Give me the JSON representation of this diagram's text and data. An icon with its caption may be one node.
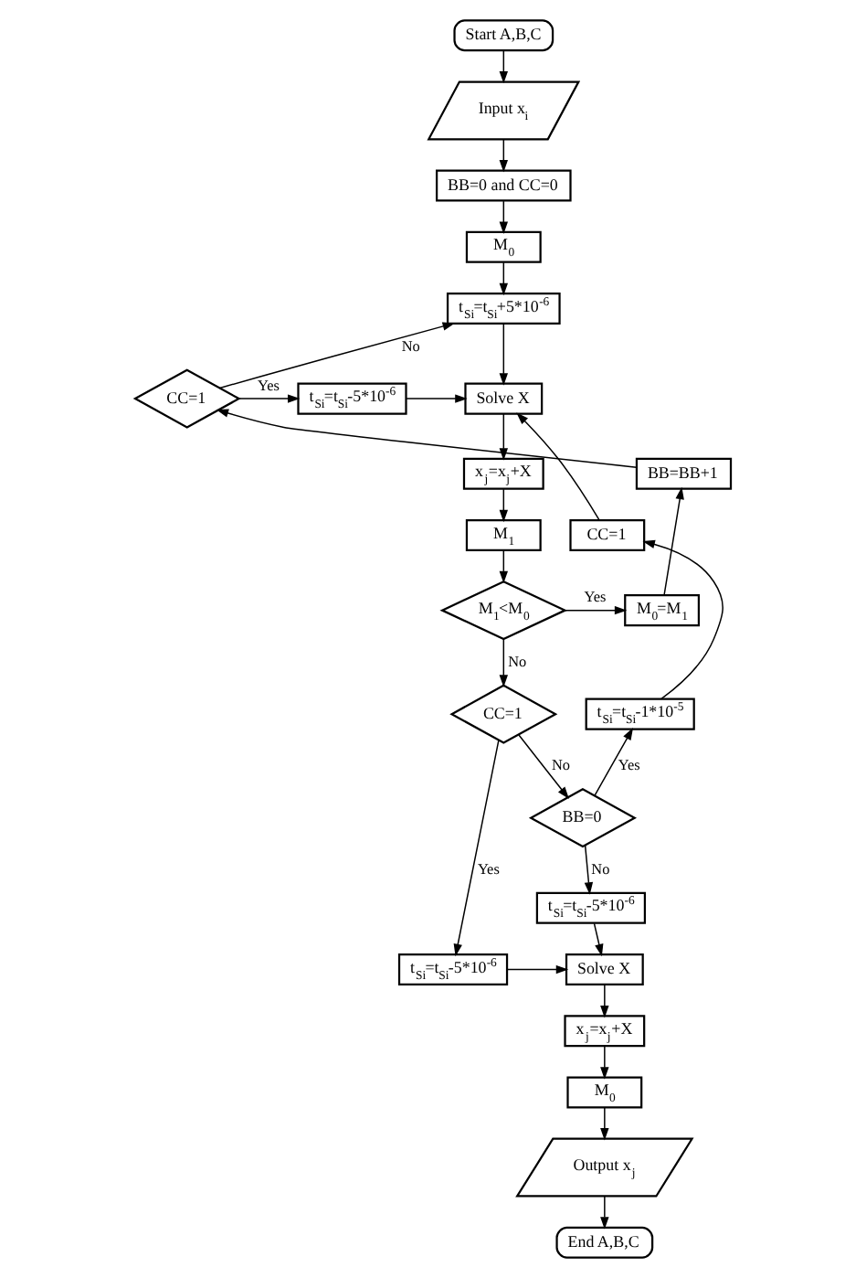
{
  "diagram": {
    "nodes": [
      {
        "text": [
          "Start A,B,C"
        ]
      },
      {
        "text": [
          "Input x$_{i}$"
        ]
      },
      {
        "text": [
          "BB=0 and CC=0"
        ]
      },
      {
        "text": [
          "M$_{0}$"
        ]
      },
      {
        "text": [
          "t$_{Si}$=t$_{Si}$+5*10$^{-6}$"
        ]
      },
      {
        "text": [
          "CC=1"
        ]
      },
      {
        "text": [
          "t$_{Si}$=t$_{Si}$-5*10$^{-6}$"
        ]
      },
      {
        "text": [
          "Solve X"
        ]
      },
      {
        "text": [
          "x$_{j}$=x$_{j}$+X"
        ]
      },
      {
        "text": [
          "M$_{1}$"
        ]
      },
      {
        "text": [
          "M$_{1}$<M$_{0}$"
        ]
      },
      {
        "text": [
          "M$_{0}$=M$_{1}$"
        ]
      },
      {
        "text": [
          "BB=BB+1"
        ]
      },
      {
        "text": [
          "CC=1"
        ]
      },
      {
        "text": [
          "BB=0"
        ]
      },
      {
        "text": [
          "t$_{Si}$=t$_{Si}$-1*10$^{-5}$"
        ]
      },
      {
        "text": [
          "CC=1"
        ]
      },
      {
        "text": [
          "t$_{Si}$=t$_{Si}$-5*10$^{-6}$"
        ]
      },
      {
        "text": [
          "t$_{Si}$=t$_{Si}$-5*10$^{-6}$"
        ]
      },
      {
        "text": [
          "Solve X"
        ]
      },
      {
        "text": [
          "x$_{j}$=x$_{j}$+X"
        ]
      },
      {
        "text": [
          "M$_{0}$"
        ]
      },
      {
        "text": [
          "Output x$_{j}$"
        ]
      },
      {
        "text": [
          "End A,B,C"
        ]
      }
    ],
    "edges": [
      {
        "from": 0,
        "to": 1,
        "arrow": "to"
      },
      {
        "from": 1,
        "to": 2,
        "arrow": "to"
      },
      {
        "from": 2,
        "to": 3,
        "arrow": "to"
      },
      {
        "from": 3,
        "to": 4,
        "arrow": "to"
      },
      {
        "from": 4,
        "to": 7,
        "arrow": "to"
      },
      {
        "from": 7,
        "to": 8,
        "arrow": "to"
      },
      {
        "from": 8,
        "to": 9,
        "arrow": "to"
      },
      {
        "from": 9,
        "to": 10,
        "arrow": "to"
      },
      {
        "from": 10,
        "to": 11,
        "arrow": "to",
        "label": "Yes"
      },
      {
        "from": 11,
        "to": 12,
        "arrow": "to"
      },
      {
        "from": 12,
        "to": 5,
        "arrow": "to"
      },
      {
        "from": 5,
        "to": 4,
        "arrow": "to",
        "label": "No"
      },
      {
        "from": 5,
        "to": 6,
        "arrow": "to",
        "label": "Yes"
      },
      {
        "from": 6,
        "to": 7,
        "arrow": "to"
      },
      {
        "from": 10,
        "to": 13,
        "arrow": "to",
        "label": "No"
      },
      {
        "from": 13,
        "to": 17,
        "arrow": "to",
        "label": "Yes"
      },
      {
        "from": 13,
        "to": 14,
        "arrow": "to",
        "label": "No"
      },
      {
        "from": 14,
        "to": 15,
        "arrow": "to",
        "label": "Yes"
      },
      {
        "from": 14,
        "to": 18,
        "arrow": "to",
        "label": "No"
      },
      {
        "from": 15,
        "to": 16,
        "arrow": "to"
      },
      {
        "from": 16,
        "to": 7,
        "arrow": "to"
      },
      {
        "from": 18,
        "to": 19,
        "arrow": "to"
      },
      {
        "from": 17,
        "to": 19,
        "arrow": "to"
      },
      {
        "from": 19,
        "to": 20,
        "arrow": "to"
      },
      {
        "from": 20,
        "to": 21,
        "arrow": "to"
      },
      {
        "from": 21,
        "to": 22,
        "arrow": "to"
      },
      {
        "from": 22,
        "to": 23,
        "arrow": "to"
      }
    ]
  }
}
